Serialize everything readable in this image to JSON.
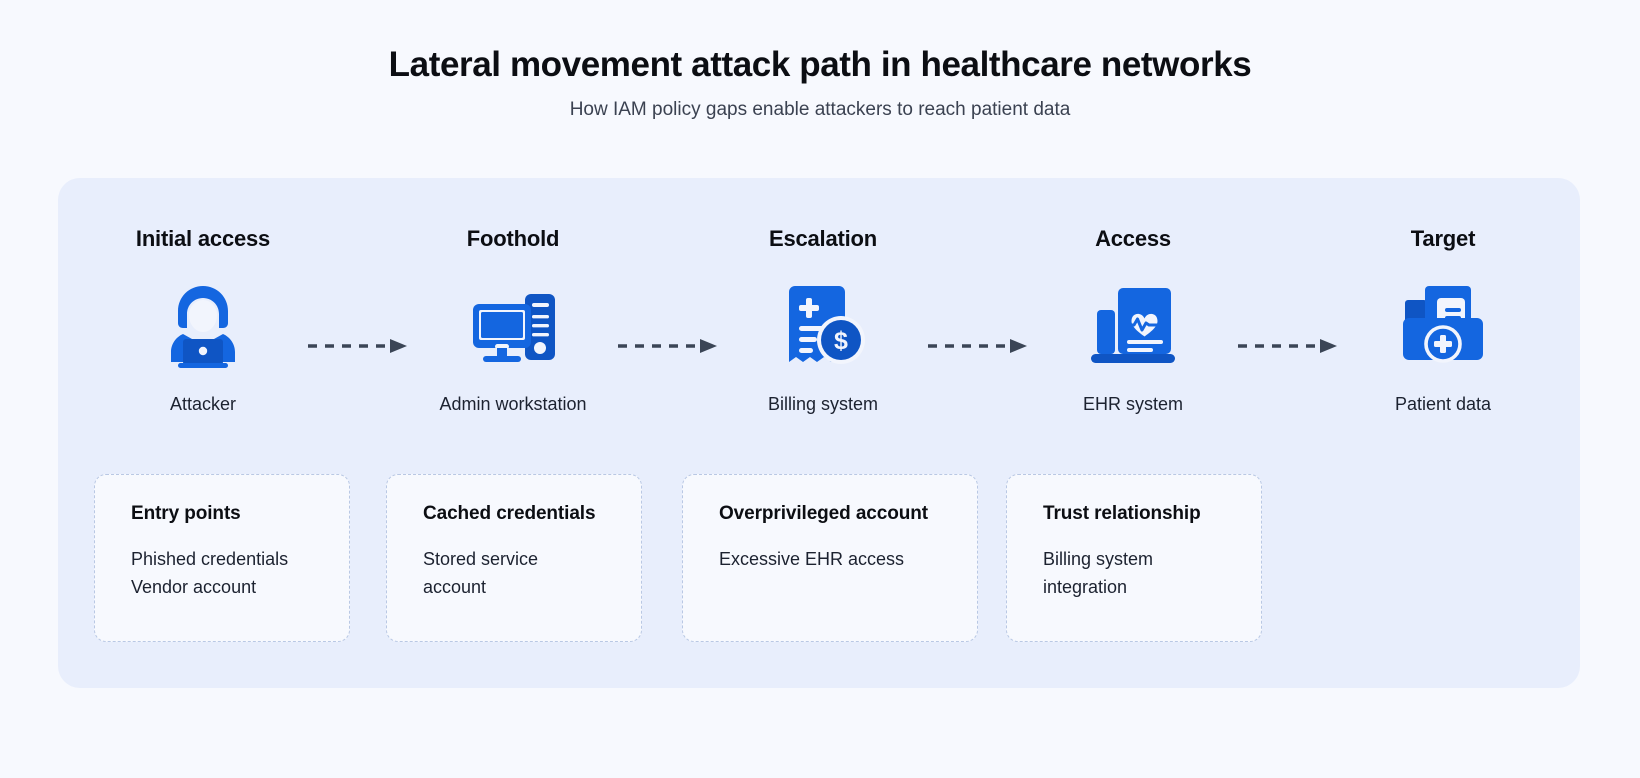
{
  "header": {
    "title": "Lateral movement attack path in healthcare networks",
    "subtitle": "How IAM policy gaps enable attackers to reach patient data"
  },
  "colors": {
    "page_background": "#f7f9fe",
    "panel_background": "#e8eefc",
    "icon_blue": "#1466e0",
    "icon_blue_dark": "#0f55c4",
    "arrow": "#3b4556",
    "callout_border": "#b9c8e4",
    "callout_background": "#f7f9fe",
    "text_primary": "#0c0e13",
    "text_secondary": "#1c2230"
  },
  "flow": {
    "nodes": [
      {
        "stage": "Initial access",
        "label": "Attacker",
        "icon": "hooded-attacker-laptop-icon"
      },
      {
        "stage": "Foothold",
        "label": "Admin workstation",
        "icon": "desktop-computer-tower-icon"
      },
      {
        "stage": "Escalation",
        "label": "Billing system",
        "icon": "medical-invoice-dollar-icon"
      },
      {
        "stage": "Access",
        "label": "EHR system",
        "icon": "laptop-heartbeat-record-icon"
      },
      {
        "stage": "Target",
        "label": "Patient data",
        "icon": "medical-folder-documents-icon"
      }
    ],
    "connector_icon": "dashed-arrow-right-icon",
    "connector_count": 4
  },
  "callouts": [
    {
      "title": "Entry points",
      "lines": [
        "Phished credentials",
        "Vendor account"
      ]
    },
    {
      "title": "Cached credentials",
      "lines": [
        "Stored service",
        "account"
      ]
    },
    {
      "title": "Overprivileged account",
      "lines": [
        "Excessive EHR access"
      ]
    },
    {
      "title": "Trust relationship",
      "lines": [
        "Billing system",
        "integration"
      ]
    }
  ]
}
